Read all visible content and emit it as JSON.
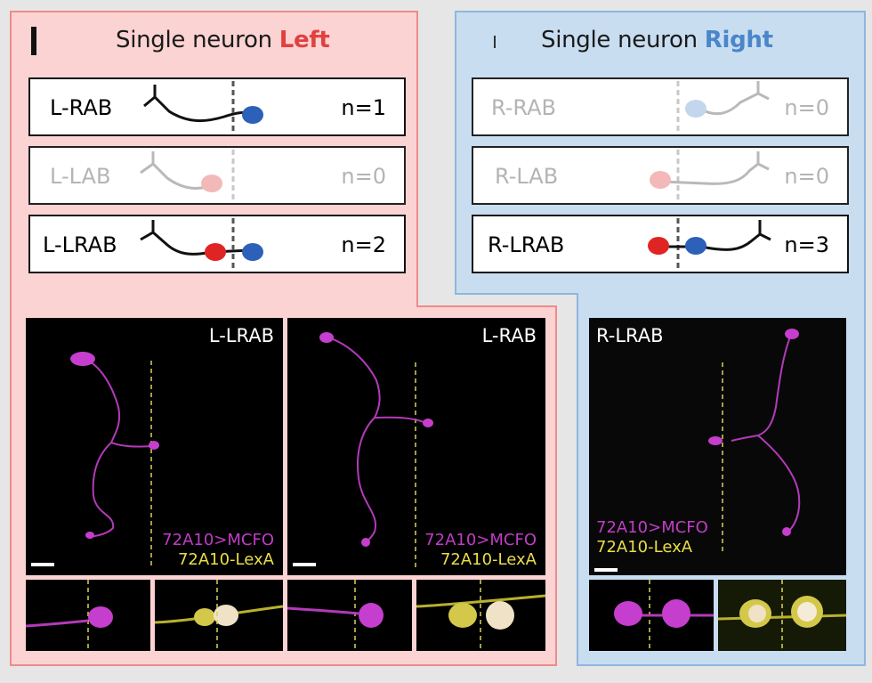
{
  "panel_label": "I",
  "left": {
    "heading_prefix": "Single neuron",
    "heading_side": "Left",
    "rows": [
      {
        "label": "L-RAB",
        "count": "n=1"
      },
      {
        "label": "L-LAB",
        "count": "n=0"
      },
      {
        "label": "L-LRAB",
        "count": "n=2"
      }
    ],
    "images": [
      {
        "label": "L-LRAB",
        "legend_1": "72A10>MCFO",
        "legend_2": "72A10-LexA"
      },
      {
        "label": "L-RAB",
        "legend_1": "72A10>MCFO",
        "legend_2": "72A10-LexA"
      }
    ]
  },
  "right": {
    "heading_prefix": "Single neuron",
    "heading_side": "Right",
    "rows": [
      {
        "label": "R-RAB",
        "count": "n=0"
      },
      {
        "label": "R-LAB",
        "count": "n=0"
      },
      {
        "label": "R-LRAB",
        "count": "n=3"
      }
    ],
    "images": [
      {
        "label": "R-LRAB",
        "legend_1": "72A10>MCFO",
        "legend_2": "72A10-LexA"
      }
    ]
  },
  "colors": {
    "left_panel": "#fcd3d3",
    "left_border": "#ee8b8b",
    "right_panel": "#c9ddf1",
    "right_border": "#8fb6de",
    "left_accent": "#e0413f",
    "right_accent": "#4a86c8",
    "red_soma": "#e02424",
    "blue_soma": "#2d60b8",
    "mcfo": "#c13dc6",
    "lexa": "#e9df47"
  }
}
